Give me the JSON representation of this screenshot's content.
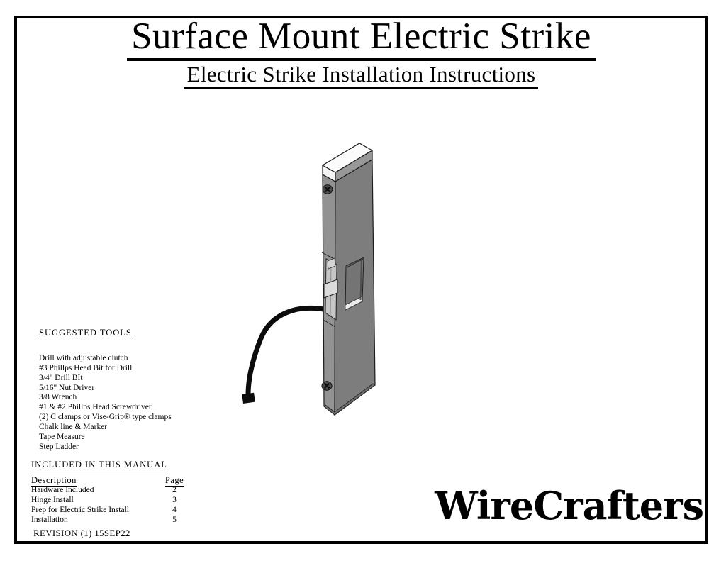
{
  "page": {
    "title": "Surface Mount Electric Strike",
    "subtitle": "Electric Strike Installation Instructions",
    "brand": "WireCrafters",
    "revision": "REVISION (1) 15SEP22"
  },
  "tools": {
    "heading": "SUGGESTED TOOLS",
    "items": [
      "Drill with adjustable clutch",
      "#3 Phillps Head Bit for Drill",
      "3/4\" Drill BIt",
      "5/16\" Nut Driver",
      "3/8 Wrench",
      "#1 & #2 Phillps Head Screwdriver",
      "(2) C clamps or Vise-Grip® type clamps",
      "Chalk line & Marker",
      "Tape Measure",
      "Step Ladder"
    ]
  },
  "manual": {
    "heading": "INCLUDED IN THIS MANUAL",
    "col_description": "Description",
    "col_page": "Page",
    "rows": [
      {
        "description": "Hardware Included",
        "page": "2"
      },
      {
        "description": "Hinge Install",
        "page": "3"
      },
      {
        "description": "Prep for Electric Strike Install",
        "page": "4"
      },
      {
        "description": "Installation",
        "page": "5"
      }
    ]
  },
  "figure": {
    "label": "surface-mount-electric-strike-isometric-view",
    "colors": {
      "body_left_face": "#929292",
      "body_right_face": "#7d7d7d",
      "cap_top": "#fbfbfb",
      "cap_left_band": "#f4f4f4",
      "cap_right_band": "#989898",
      "recess": "#747474",
      "recess_sill": "#ededed",
      "keeper": "#c6c6c6",
      "latch": "#dcdcdc",
      "cable": "#0c0c0c",
      "outline": "#1c1c1c"
    }
  }
}
